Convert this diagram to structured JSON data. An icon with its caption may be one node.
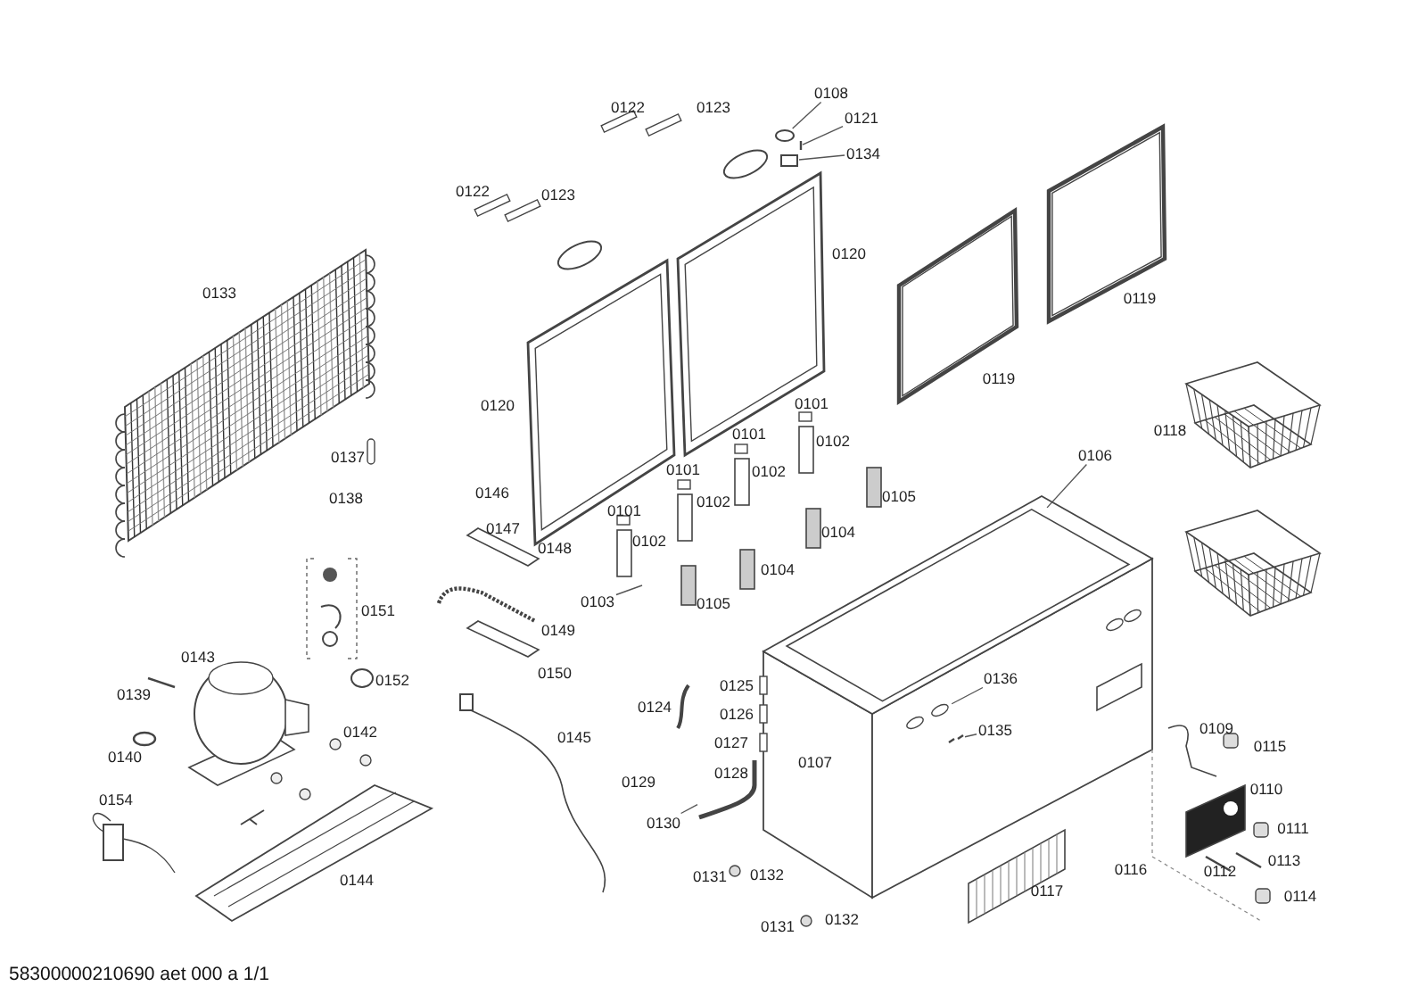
{
  "diagram": {
    "nodes": [
      {
        "text": [
          "0108"
        ]
      },
      {
        "text": [
          "0121"
        ]
      },
      {
        "text": [
          "0134"
        ]
      },
      {
        "text": [
          "0106"
        ]
      },
      {
        "text": [
          "0103"
        ]
      },
      {
        "text": [
          "0136"
        ]
      },
      {
        "text": [
          "0135"
        ]
      },
      {
        "text": [
          "0130"
        ]
      },
      {
        "text": [],
        "shape": "picture"
      },
      {
        "text": [],
        "shape": "picture"
      },
      {
        "text": [],
        "shape": "picture"
      },
      {
        "text": [],
        "shape": "circle"
      },
      {
        "text": [],
        "shape": "picture"
      },
      {
        "text": [],
        "shape": "box"
      },
      {
        "text": [],
        "shape": "picture"
      }
    ],
    "edges": [
      {
        "from": 0,
        "to": 11,
        "arrow": "none"
      },
      {
        "from": 1,
        "to": 12,
        "arrow": "none"
      },
      {
        "from": 2,
        "to": 13,
        "arrow": "none"
      },
      {
        "from": 3,
        "to": 14,
        "arrow": "none"
      },
      {
        "from": 4,
        "to": null,
        "arrow": "none"
      },
      {
        "from": 5,
        "to": 8,
        "arrow": "none"
      },
      {
        "from": 6,
        "to": 9,
        "arrow": "none"
      },
      {
        "from": 7,
        "to": 10,
        "arrow": "none"
      }
    ],
    "labels": [
      "0122",
      "0123",
      "0122",
      "0123",
      "0133",
      "0120",
      "0119",
      "0120",
      "0119",
      "0101",
      "0118",
      "0101",
      "0102",
      "0137",
      "0101",
      "0102",
      "0105",
      "0146",
      "0138",
      "0102",
      "0101",
      "0147",
      "0104",
      "0102",
      "0148",
      "0104",
      "0105",
      "0151",
      "0149",
      "0143",
      "0150",
      "0152",
      "0125",
      "0139",
      "0124",
      "0126",
      "0109",
      "0142",
      "0145",
      "0127",
      "0115",
      "0140",
      "0107",
      "0128",
      "0129",
      "0110",
      "0154",
      "0111",
      "0113",
      "0116",
      "0112",
      "0132",
      "0131",
      "0144",
      "0117",
      "0114",
      "0132",
      "0131",
      "58300000210690 aet 000 a 1/1"
    ]
  }
}
